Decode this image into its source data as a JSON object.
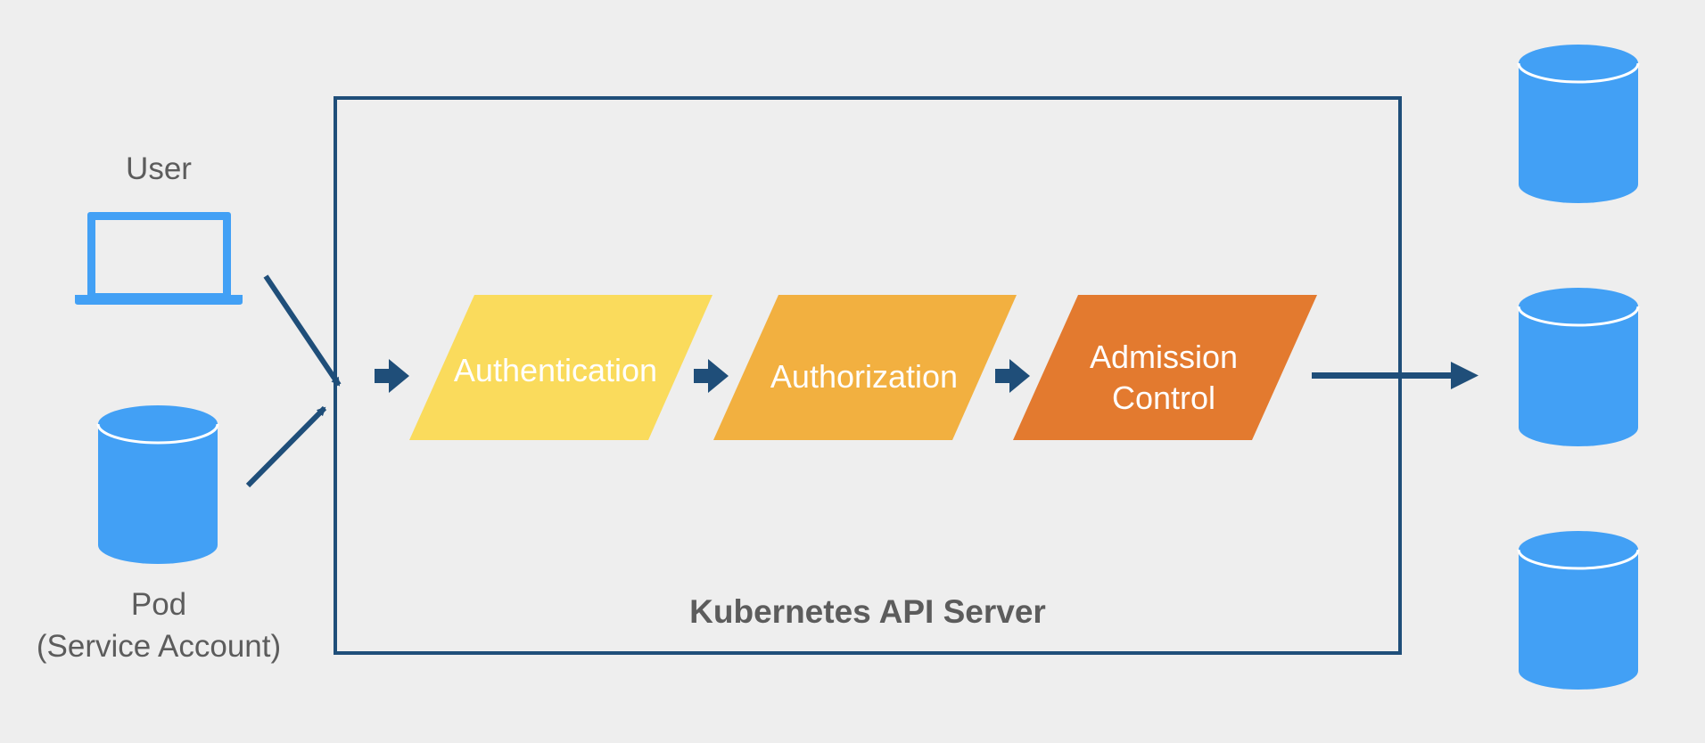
{
  "actors": {
    "user": {
      "label": "User",
      "icon": "laptop-icon"
    },
    "pod": {
      "label_line1": "Pod",
      "label_line2": "(Service Account)",
      "icon": "database-icon"
    }
  },
  "server": {
    "title": "Kubernetes API Server"
  },
  "stages": [
    {
      "line1": "Authentication",
      "line2": "",
      "color": "#fadb5c"
    },
    {
      "line1": "Authorization",
      "line2": "",
      "color": "#f2b040"
    },
    {
      "line1": "Admission",
      "line2": "Control",
      "color": "#e37a2f"
    }
  ],
  "targets": [
    {
      "icon": "database-icon"
    },
    {
      "icon": "database-icon"
    },
    {
      "icon": "database-icon"
    }
  ],
  "colors": {
    "background": "#eeeeee",
    "arrow": "#1f4e79",
    "server_border": "#1f4e79",
    "icon_blue": "#42a0f5",
    "text_gray": "#5c5c5c"
  }
}
